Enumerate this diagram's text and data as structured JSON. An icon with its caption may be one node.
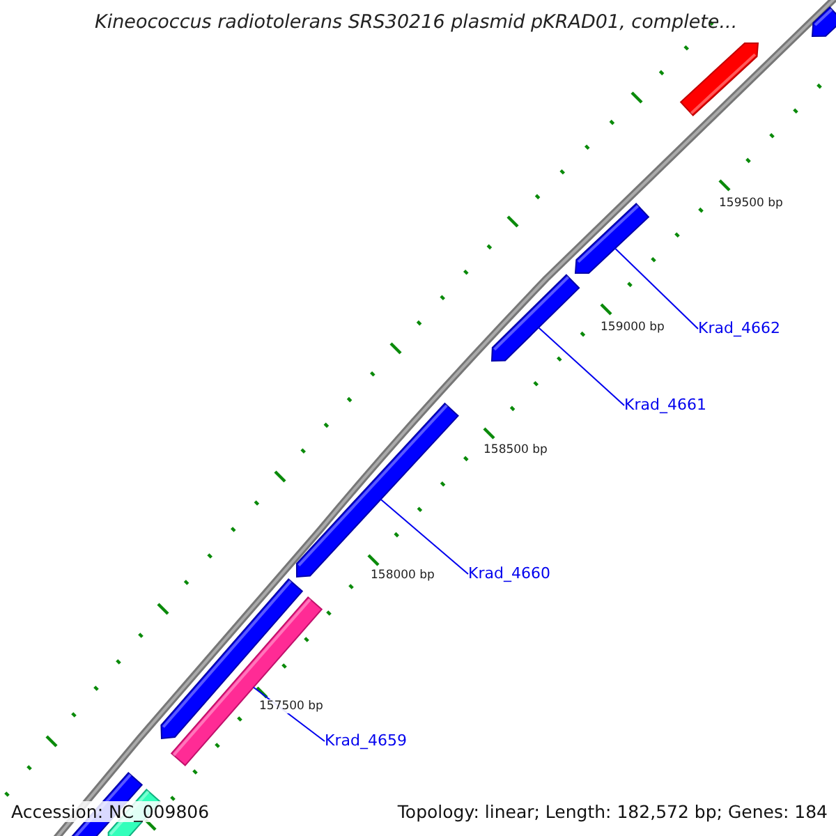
{
  "diagram": {
    "title": "Kineococcus radiotolerans SRS30216 plasmid pKRAD01, complete...",
    "nodes": [
      {
        "text": [],
        "shape": "arrow"
      },
      {
        "text": [],
        "shape": "arrow"
      },
      {
        "text": [],
        "shape": "arrow"
      },
      {
        "text": [],
        "shape": "arrow"
      },
      {
        "text": [],
        "shape": "arrow"
      },
      {
        "text": [],
        "shape": "arrow"
      },
      {
        "text": [],
        "shape": "bar"
      },
      {
        "text": [],
        "shape": "arrow"
      },
      {
        "text": [],
        "shape": "arrow"
      },
      {
        "text": [
          "Krad_4662"
        ]
      },
      {
        "text": [
          "Krad_4661"
        ]
      },
      {
        "text": [
          "Krad_4660"
        ]
      },
      {
        "text": [
          "Krad_4659"
        ]
      }
    ],
    "edges": [
      {
        "from": 9,
        "to": 2,
        "arrow": "none"
      },
      {
        "from": 10,
        "to": 3,
        "arrow": "none"
      },
      {
        "from": 11,
        "to": 4,
        "arrow": "none"
      },
      {
        "from": 12,
        "to": 6,
        "arrow": "none"
      }
    ],
    "labels": [
      "159500 bp",
      "159000 bp",
      "158500 bp",
      "158000 bp",
      "157500 bp",
      "Accession: NC_009806",
      "Topology: linear; Length: 182,572 bp; Genes: 184"
    ]
  }
}
